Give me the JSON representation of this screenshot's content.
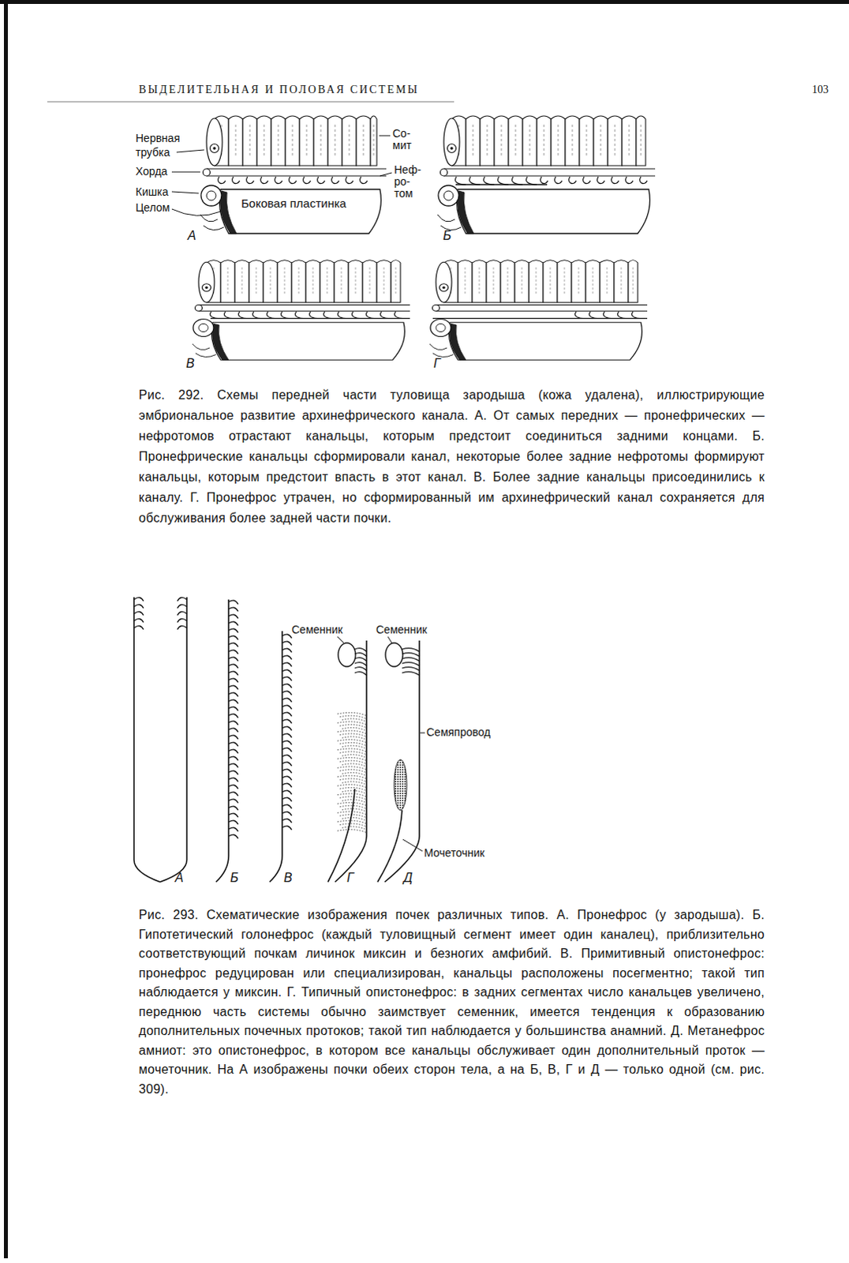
{
  "diagram": {
    "title": "ВЫДЕЛИТЕЛЬНАЯ И ПОЛОВАЯ СИСТЕМЫ",
    "labels": [
      "103",
      "Нервная трубка",
      "Со-мит",
      "Хорда",
      "Неф-ро-том",
      "Кишка",
      "Целом",
      "Боковая пластинка",
      "А",
      "Б",
      "В",
      "Г",
      "Рис. 292. Схемы передней части туловища зародыша (кожа удалена), иллюстрирующие эмбриональное развитие архинефрического канала. А. От самых передних — пронефрических — нефротомов отрастают канальцы, которым предстоит соединиться задними концами. Б. Пронефрические канальцы сформировали канал, некоторые более задние нефротомы формируют канальцы, которым предстоит впасть в этот канал. В. Более задние канальцы присоединились к каналу. Г. Пронефрос утрачен, но сформированный им архинефрический канал сохраняется для обслуживания более задней части почки.",
      "Семенник",
      "Семенник",
      "Семяпровод",
      "Мочеточник",
      "А",
      "Б",
      "В",
      "Г",
      "Д",
      "Рис. 293. Схематические изображения почек различных типов. А. Пронефрос (у зародыша). Б. Гипотетический голонефрос (каждый туловищный сегмент имеет один каналец), приблизительно соответствующий почкам личинок миксин и безногих амфибий. В. Примитивный опистонефрос: пронефрос редуцирован или специализирован, канальцы расположены посегментно; такой тип наблюдается у миксин. Г. Типичный опистонефрос: в задних сегментах число канальцев увеличено, переднюю часть системы обычно заимствует семенник, имеется тенденция к образованию дополнительных почечных протоков; такой тип наблюдается у большинства анамний. Д. Метанефрос амниот: это опистонефрос, в котором все канальцы обслуживает один дополнительный проток — мочеточник. На А изображены почки обеих сторон тела, а на Б, В, Г и Д — только одной (см. рис. 309)."
    ]
  }
}
